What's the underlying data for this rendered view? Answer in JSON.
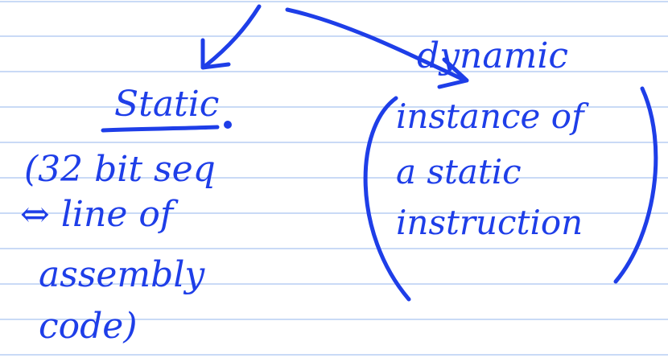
{
  "note": {
    "ink_color": "#1e3ee8",
    "rule_color": "#b7cdf3",
    "static_heading": "Static",
    "static_body": [
      "(32 bit seq",
      "⇔ line of",
      "assembly",
      "code)"
    ],
    "dynamic_heading": "dynamic",
    "dynamic_body": [
      "instance of",
      "a static",
      "instruction"
    ]
  }
}
